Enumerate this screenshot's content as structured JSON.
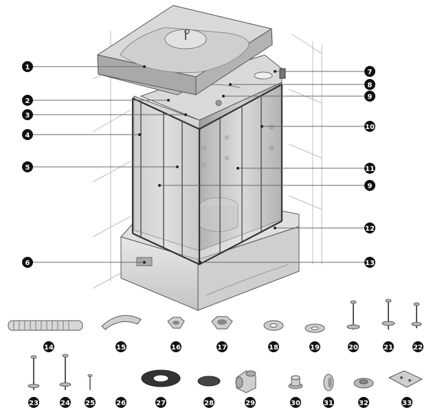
{
  "callouts": [
    {
      "id": "c1",
      "label": "1"
    },
    {
      "id": "c2",
      "label": "2"
    },
    {
      "id": "c3",
      "label": "3"
    },
    {
      "id": "c4",
      "label": "4"
    },
    {
      "id": "c5",
      "label": "5"
    },
    {
      "id": "c6",
      "label": "6"
    },
    {
      "id": "c7",
      "label": "7"
    },
    {
      "id": "c8",
      "label": "8"
    },
    {
      "id": "c9a",
      "label": "9"
    },
    {
      "id": "c10",
      "label": "10"
    },
    {
      "id": "c11",
      "label": "11"
    },
    {
      "id": "c9b",
      "label": "9"
    },
    {
      "id": "c12",
      "label": "12"
    },
    {
      "id": "c13",
      "label": "13"
    }
  ],
  "parts": [
    {
      "label": "14",
      "icon": "drain-hose-icon"
    },
    {
      "label": "15",
      "icon": "hand-shower-icon"
    },
    {
      "label": "16",
      "icon": "hex-nut-icon"
    },
    {
      "label": "17",
      "icon": "large-hex-nut-icon"
    },
    {
      "label": "18",
      "icon": "washer-icon"
    },
    {
      "label": "19",
      "icon": "washer-icon"
    },
    {
      "label": "20",
      "icon": "bolt-icon"
    },
    {
      "label": "21",
      "icon": "bolt-icon"
    },
    {
      "label": "22",
      "icon": "screw-icon"
    },
    {
      "label": "23",
      "icon": "long-bolt-icon"
    },
    {
      "label": "24",
      "icon": "long-bolt-icon"
    },
    {
      "label": "25",
      "icon": "small-screw-icon"
    },
    {
      "label": "26",
      "icon": ""
    },
    {
      "label": "27",
      "icon": "rubber-gasket-icon"
    },
    {
      "label": "28",
      "icon": "cap-icon"
    },
    {
      "label": "29",
      "icon": "elbow-fitting-icon"
    },
    {
      "label": "30",
      "icon": "knob-icon"
    },
    {
      "label": "31",
      "icon": "cap-side-icon"
    },
    {
      "label": "32",
      "icon": "cup-washer-icon"
    },
    {
      "label": "33",
      "icon": "bracket-icon"
    }
  ]
}
